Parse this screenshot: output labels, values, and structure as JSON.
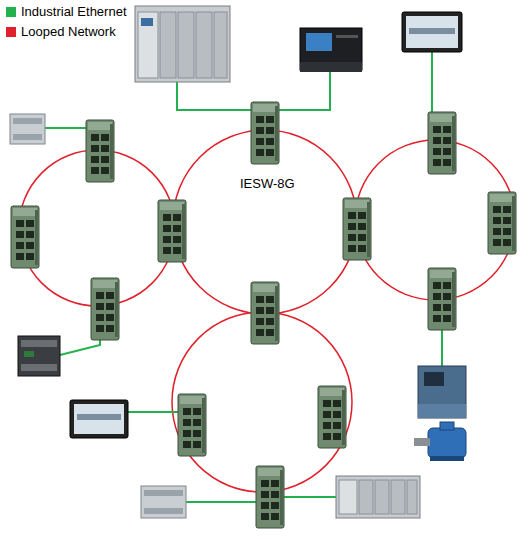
{
  "diagram": {
    "labels": [
      "IESW-8G"
    ],
    "legend": [
      {
        "text": "Industrial Ethernet",
        "color": "#22b14c"
      },
      {
        "text": "Looped Network",
        "color": "#e0202a"
      }
    ]
  }
}
